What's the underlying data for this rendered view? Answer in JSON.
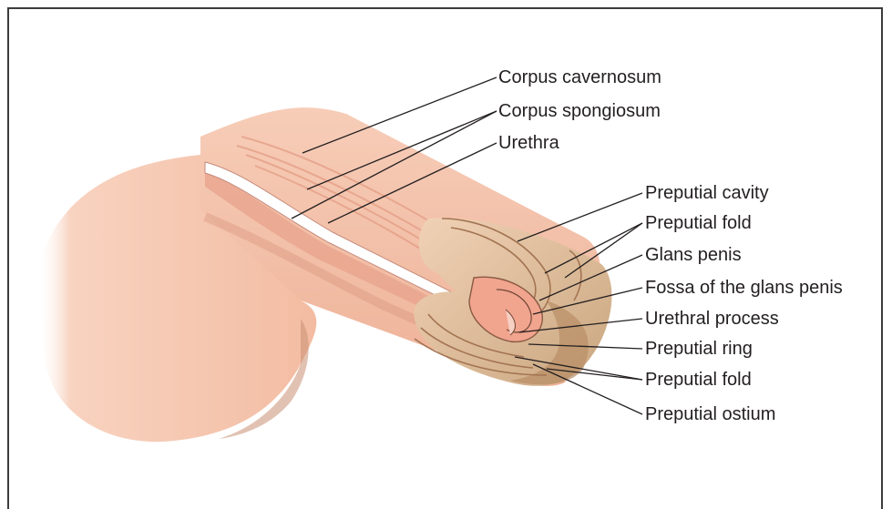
{
  "labels": {
    "corpus_cavernosum": "Corpus cavernosum",
    "corpus_spongiosum": "Corpus spongiosum",
    "urethra": "Urethra",
    "preputial_cavity": "Preputial cavity",
    "preputial_fold_upper": "Preputial fold",
    "glans_penis": "Glans penis",
    "fossa_glans": "Fossa of the glans penis",
    "urethral_process": "Urethral process",
    "preputial_ring": "Preputial ring",
    "preputial_fold_lower": "Preputial fold",
    "preputial_ostium": "Preputial ostium"
  },
  "colors": {
    "skin": "#f6c6ad",
    "skin_shadow": "#e9a98b",
    "prepuce_outer": "#d9b48f",
    "erectile": "#efb7a5",
    "urethra": "#ffffff",
    "line": "#231f20"
  }
}
